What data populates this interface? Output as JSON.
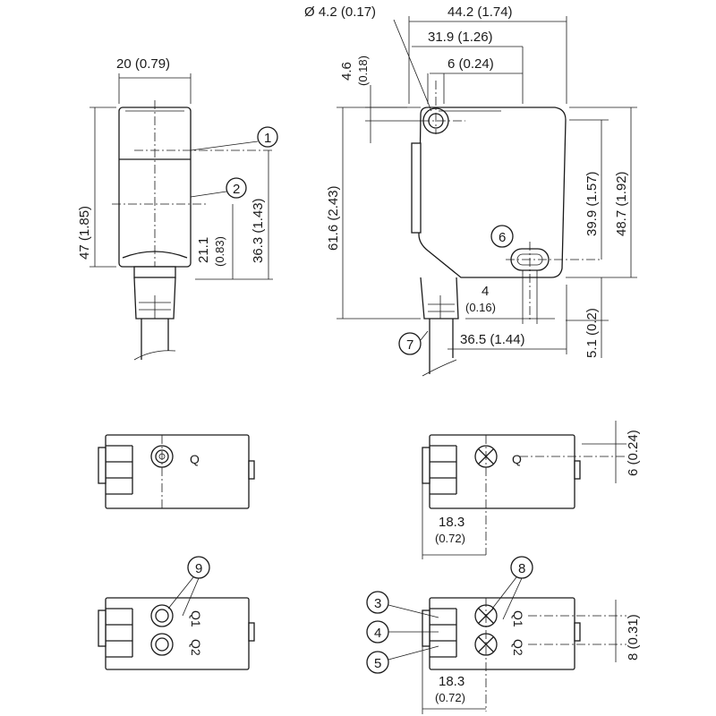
{
  "front_view": {
    "width_dim": "20 (0.79)",
    "height_dim": "47 (1.85)",
    "dim_21_1": "21.1",
    "dim_21_1_in": "(0.83)",
    "dim_36_3": "36.3 (1.43)"
  },
  "side_view": {
    "hole_dia": "Ø 4.2 (0.17)",
    "dim_44_2": "44.2 (1.74)",
    "dim_31_9": "31.9 (1.26)",
    "dim_6": "6 (0.24)",
    "dim_4_6": "4.6",
    "dim_4_6_in": "(0.18)",
    "dim_61_6": "61.6 (2.43)",
    "dim_39_9": "39.9 (1.57)",
    "dim_48_7": "48.7 (1.92)",
    "dim_4": "4",
    "dim_4_in": "(0.16)",
    "dim_36_5": "36.5 (1.44)",
    "dim_5_1": "5.1 (0.2)"
  },
  "top_views": {
    "q_label": "Q",
    "q1_label": "Q1",
    "q2_label": "Q2",
    "dim_6_right": "6 (0.24)",
    "dim_18_3": "18.3",
    "dim_18_3_in": "(0.72)",
    "dim_8_right": "8 (0.31)",
    "dim_18_3_b": "18.3",
    "dim_18_3_b_in": "(0.72)"
  },
  "callouts": {
    "c1": "1",
    "c2": "2",
    "c3": "3",
    "c4": "4",
    "c5": "5",
    "c6": "6",
    "c7": "7",
    "c8": "8",
    "c9": "9"
  }
}
